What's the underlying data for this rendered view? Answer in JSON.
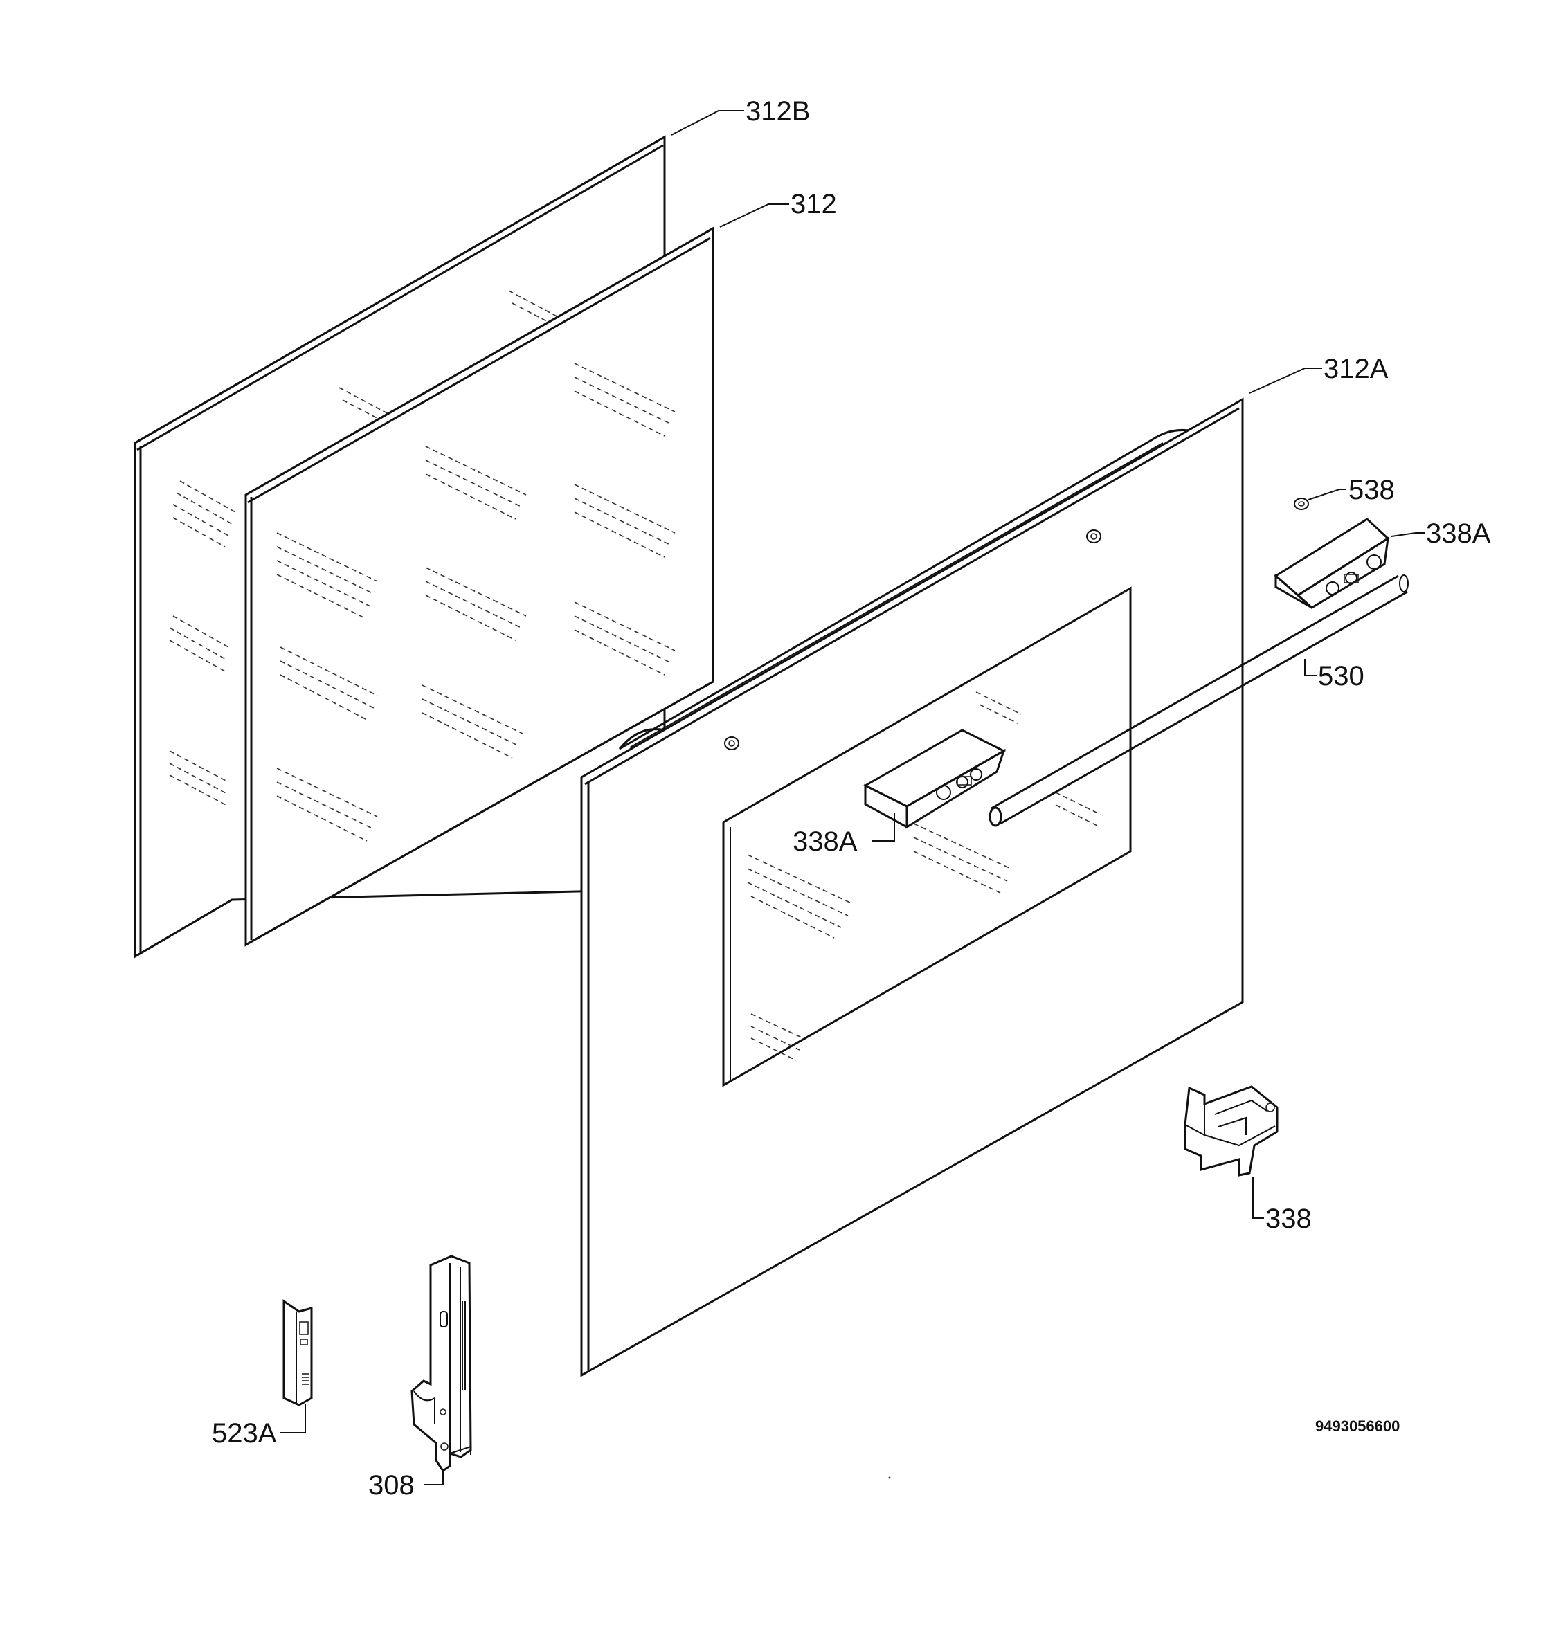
{
  "labels": {
    "l312B": "312B",
    "l312": "312",
    "l312A": "312A",
    "l538": "538",
    "l338A_right": "338A",
    "l530": "530",
    "l338A_center": "338A",
    "l338": "338",
    "l523A": "523A",
    "l308": "308"
  },
  "drawing_code": "9493056600"
}
